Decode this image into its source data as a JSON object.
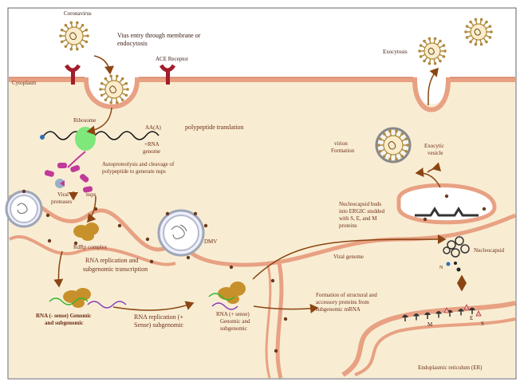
{
  "labels": {
    "coronavirus": "Coronavirus",
    "entry_line1": "Vius entry through membrane or",
    "entry_line2": "endocytosis",
    "ace_receptor": "ACE Receptor",
    "cytoplasm": "Cytoplasm",
    "exocytosis": "Exocytosis",
    "ribosome": "Ribosome",
    "polya": "AA(A)",
    "rna_genome_line1": "+RNA",
    "rna_genome_line2": "genome",
    "polypeptide_translation": "polypeptide translation",
    "autoproteolysis_line1": "Autoproteolysis and  cleavage of",
    "autoproteolysis_line2": "polypeptide to generate nsps",
    "viral_proteases_line1": "Viral",
    "viral_proteases_line2": "proteases",
    "nsps": "nsps",
    "virion_line1": "virion",
    "virion_line2": "Formation",
    "exocytic_line1": "Exocytic",
    "exocytic_line2": "vesicle",
    "nucleocapsid_buds_line1": "Nucleocapsid buds",
    "nucleocapsid_buds_line2": "into ERGIC studded",
    "nucleocapsid_buds_line3": "with S, E, and M",
    "nucleocapsid_buds_line4": "proteins",
    "rdrp": "RdRp complex",
    "dmv": "DMV",
    "viral_genome": "Viral genome",
    "nucleocapsid": "Nucleocapsid",
    "n_protein": "N",
    "rna_replication_line1": "RNA replication and",
    "rna_replication_line2": "subgenomic transcription",
    "neg_sense_line1": "RNA (- sense) Genomic",
    "neg_sense_line2": "and subgenomic",
    "pos_replication_line1": "RNA replication (+",
    "pos_replication_line2": "Sense) subgenomic",
    "pos_sense_line1": "RNA (+ sense)",
    "pos_sense_line2": "Genomic and",
    "pos_sense_line3": "subgenomic",
    "formation_line1": "Formation of structural and",
    "formation_line2": "accessory proteins from",
    "formation_line3": "subgenomic mRNA",
    "m_protein": "M",
    "e_protein": "E",
    "s_protein": "S",
    "er": "Endoplasmic reticulum (ER)"
  },
  "colors": {
    "cytoplasm": "#f8edd3",
    "membrane": "#e8a183",
    "membrane_edge": "#c96d4f",
    "text": "#6e2a16",
    "arrow": "#8b4513",
    "ribosome": "#7ee87a",
    "protein": "#c03a9a",
    "rdrp": "#c8902a",
    "receptor": "#a31d2a",
    "virus_spike": "#b08a3c"
  }
}
